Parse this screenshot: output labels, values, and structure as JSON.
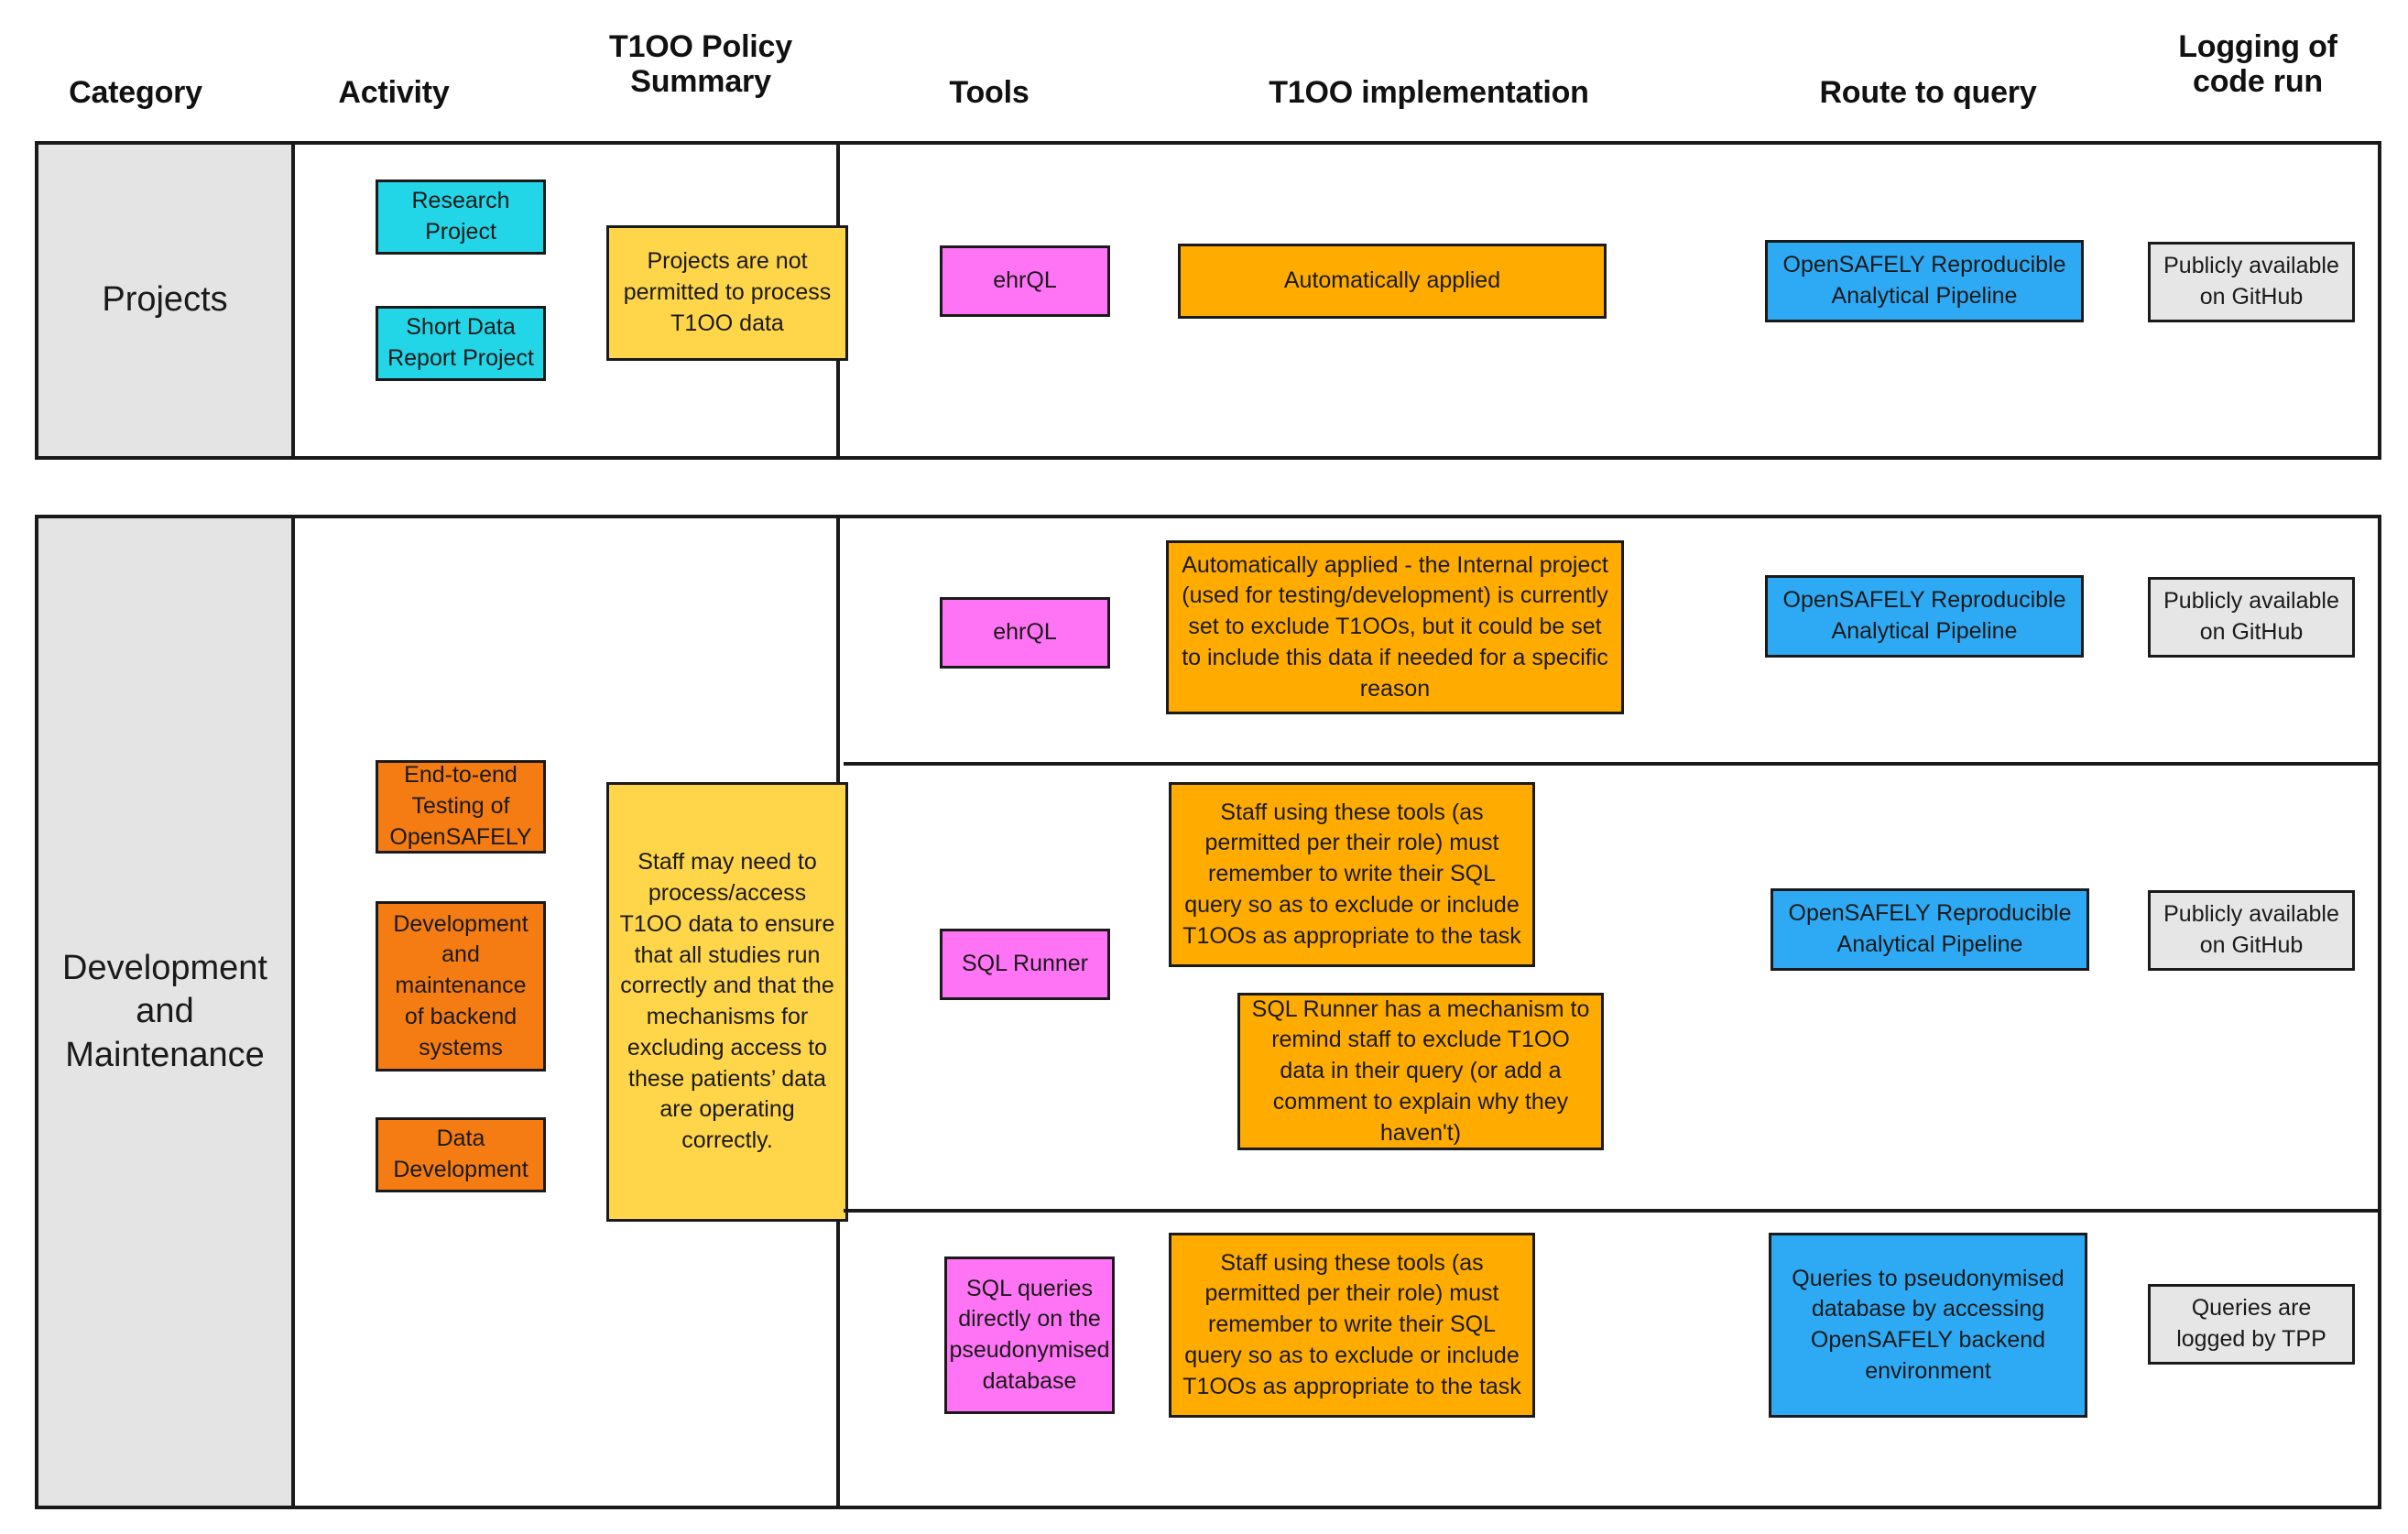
{
  "headers": [
    {
      "label": "Category"
    },
    {
      "label": "Activity"
    },
    {
      "label": "T1OO Policy\nSummary"
    },
    {
      "label": "Tools"
    },
    {
      "label": "T1OO implementation"
    },
    {
      "label": "Route to query"
    },
    {
      "label": "Logging of\ncode run"
    }
  ],
  "colors": {
    "cyan": "#22d6e8",
    "yellow": "#ffd54a",
    "orange": "#f57c12",
    "amber": "#ffab00",
    "pink": "#ff73f5",
    "blue": "#2eaaf5",
    "grey": "#e6e6e6",
    "category_cell": "#e4e4e4",
    "border": "#1a1a1a"
  },
  "rows": [
    {
      "category": "Projects",
      "activities": [
        "Research Project",
        "Short Data Report Project"
      ],
      "policy_summary": "Projects are not permitted to process T1OO data",
      "subrows": [
        {
          "tool": "ehrQL",
          "implementation": [
            "Automatically applied"
          ],
          "route_to_query": "OpenSAFELY Reproducible Analytical Pipeline",
          "logging": "Publicly available on GitHub"
        }
      ]
    },
    {
      "category": "Development and Maintenance",
      "activities": [
        "End-to-end Testing of OpenSAFELY",
        "Development and maintenance of backend systems",
        "Data Development"
      ],
      "policy_summary": "Staff may need to process/access T1OO data to ensure that all studies run correctly and that the mechanisms for excluding access to these patients’ data are operating correctly.",
      "subrows": [
        {
          "tool": "ehrQL",
          "implementation": [
            "Automatically applied - the Internal project (used for testing/development) is currently set to exclude T1OOs, but it could be set to include this data if needed for a specific reason"
          ],
          "route_to_query": "OpenSAFELY Reproducible Analytical Pipeline",
          "logging": "Publicly available on GitHub"
        },
        {
          "tool": "SQL Runner",
          "implementation": [
            "Staff using these tools (as permitted per their role) must remember to write their SQL query so as to exclude or include T1OOs as appropriate to the task",
            "SQL Runner has a mechanism to remind staff to exclude T1OO data in their query (or add a comment to explain why they haven't)"
          ],
          "route_to_query": "OpenSAFELY Reproducible Analytical Pipeline",
          "logging": "Publicly available on GitHub"
        },
        {
          "tool": "SQL queries directly on the pseudonymised database",
          "implementation": [
            "Staff using these tools (as permitted per their role) must remember to write their SQL query so as to exclude or include T1OOs as appropriate to the task"
          ],
          "route_to_query": "Queries to pseudonymised database by accessing OpenSAFELY backend environment",
          "logging": "Queries are logged by TPP"
        }
      ]
    }
  ]
}
